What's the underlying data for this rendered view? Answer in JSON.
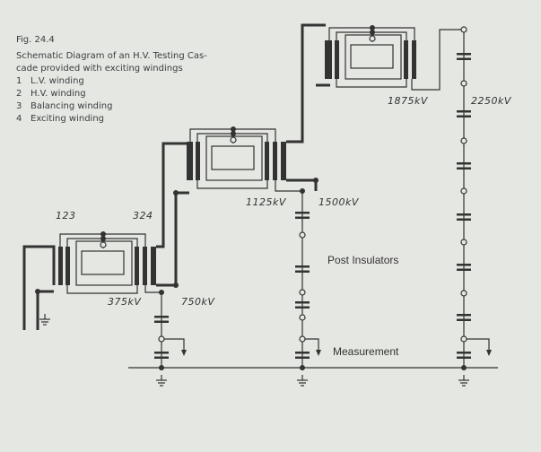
{
  "caption": {
    "figure": "Fig. 24.4",
    "title_line1": "Schematic Diagram of an H.V. Testing Cas-",
    "title_line2": "cade provided with exciting windings",
    "legend": [
      {
        "num": "1",
        "text": "L.V. winding"
      },
      {
        "num": "2",
        "text": "H.V. winding"
      },
      {
        "num": "3",
        "text": "Balancing winding"
      },
      {
        "num": "4",
        "text": "Exciting winding"
      }
    ]
  },
  "labels": {
    "left_windings": "123",
    "right_windings": "324",
    "v1": "375kV",
    "v2": "750kV",
    "v3": "1125kV",
    "v4": "1500kV",
    "v5": "1875kV",
    "v6": "2250kV",
    "post_insulators": "Post Insulators",
    "measurement": "Measurement"
  }
}
